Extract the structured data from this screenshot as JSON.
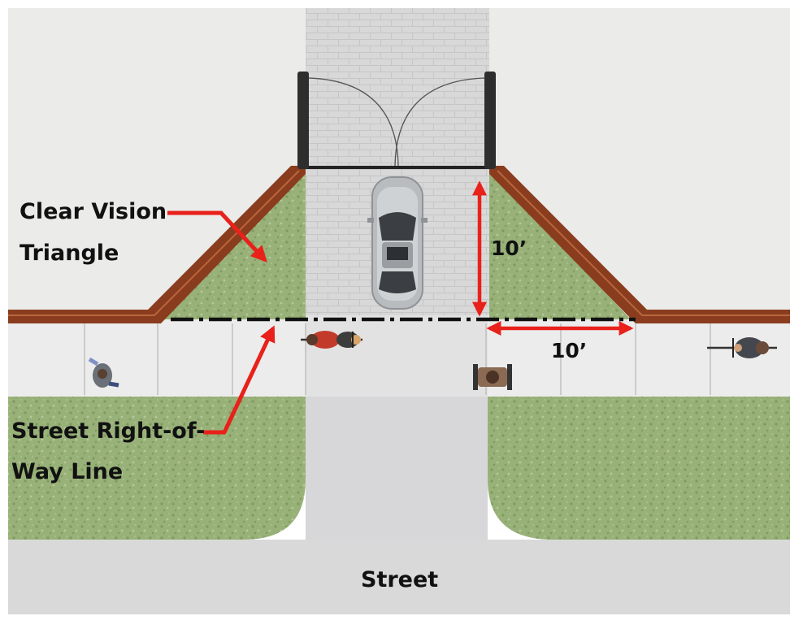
{
  "labels": {
    "clear_vision_line1": "Clear Vision",
    "clear_vision_line2": "Triangle",
    "row_line1": "Street Right-of-",
    "row_line2": "Way Line",
    "dim_vertical": "10’",
    "dim_horizontal": "10’",
    "street": "Street"
  },
  "icons": {
    "car": "car-icon",
    "cyclist": "cyclist-icon",
    "pedestrian": "pedestrian-icon",
    "wheelchair": "wheelchair-user-icon",
    "gate": "gate-icon"
  },
  "colors": {
    "background": "#ffffff",
    "ground": "#ebebea",
    "driveway": "#d6d6d6",
    "sidewalk": "#ececec",
    "road": "#dadada",
    "lawn": "#98b178",
    "lawn_texture": "#7e9a5f",
    "fence": "#8a3d1e",
    "arrow": "#e8211a",
    "row_line": "#111111"
  }
}
